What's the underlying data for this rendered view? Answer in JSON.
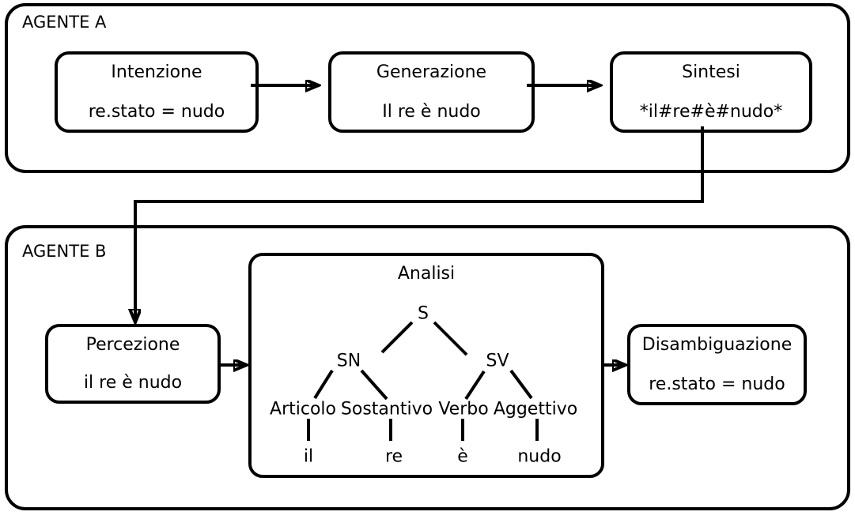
{
  "colors": {
    "line": "#000000",
    "background": "#ffffff"
  },
  "agent_a": {
    "label": "AGENTE A",
    "boxes": [
      {
        "title": "Intenzione",
        "content": "re.stato = nudo"
      },
      {
        "title": "Generazione",
        "content": "Il re è nudo"
      },
      {
        "title": "Sintesi",
        "content": "*il#re#è#nudo*"
      }
    ]
  },
  "agent_b": {
    "label": "AGENTE B",
    "percezione": {
      "title": "Percezione",
      "content": "il re è nudo"
    },
    "analisi": {
      "title": "Analisi",
      "tree": {
        "root": "S",
        "np_label": "SN",
        "vp_label": "SV",
        "categories": [
          "Articolo",
          "Sostantivo",
          "Verbo",
          "Aggettivo"
        ],
        "terminals": [
          "il",
          "re",
          "è",
          "nudo"
        ]
      }
    },
    "disambiguazione": {
      "title": "Disambiguazione",
      "content": "re.stato = nudo"
    }
  }
}
